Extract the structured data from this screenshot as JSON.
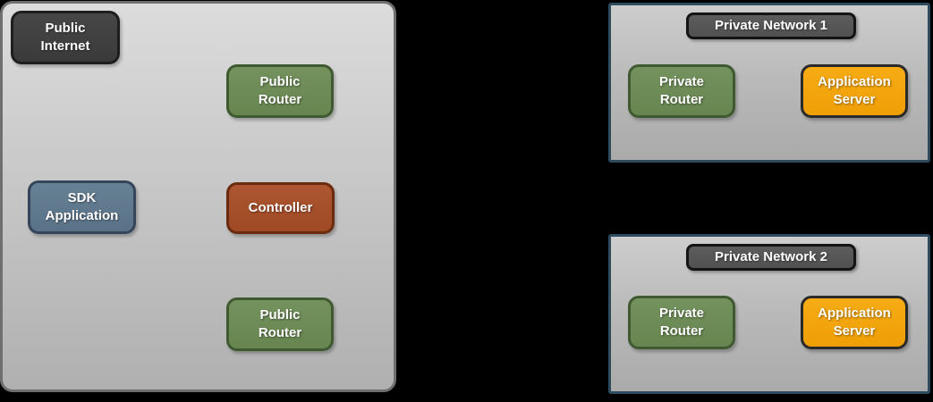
{
  "diagram": {
    "type": "network-architecture-diagram",
    "background": "#000000",
    "public_zone": {
      "nodes": {
        "public_internet": {
          "label": "Public\nInternet",
          "fill": "#3f3f3f",
          "border": "#1e1e1e"
        },
        "public_router_top": {
          "label": "Public\nRouter",
          "fill": "#6d8c60",
          "border": "#3f5a31"
        },
        "sdk_application": {
          "label": "SDK\nApplication",
          "fill": "#61798d",
          "border": "#36465a"
        },
        "controller": {
          "label": "Controller",
          "fill": "#a8512a",
          "border": "#6b2b0e"
        },
        "public_router_bottom": {
          "label": "Public\nRouter",
          "fill": "#6d8c60",
          "border": "#3f5a31"
        }
      }
    },
    "private_networks": [
      {
        "title": "Private Network 1",
        "nodes": {
          "private_router": {
            "label": "Private\nRouter",
            "fill": "#6d8c60",
            "border": "#3f5a31"
          },
          "application_server": {
            "label": "Application\nServer",
            "fill": "#f4a50c",
            "border": "#2a2a2a"
          }
        }
      },
      {
        "title": "Private Network 2",
        "nodes": {
          "private_router": {
            "label": "Private\nRouter",
            "fill": "#6d8c60",
            "border": "#3f5a31"
          },
          "application_server": {
            "label": "Application\nServer",
            "fill": "#f4a50c",
            "border": "#2a2a2a"
          }
        }
      }
    ],
    "colors": {
      "zone_fill_top": "#dcdcdc",
      "zone_fill_bottom": "#b0b0b0",
      "public_zone_border": "#6f6f6f",
      "private_zone_border": "#2c4b5e",
      "title_fill": "#575757",
      "title_border": "#141414",
      "text": "#ffffff"
    }
  }
}
